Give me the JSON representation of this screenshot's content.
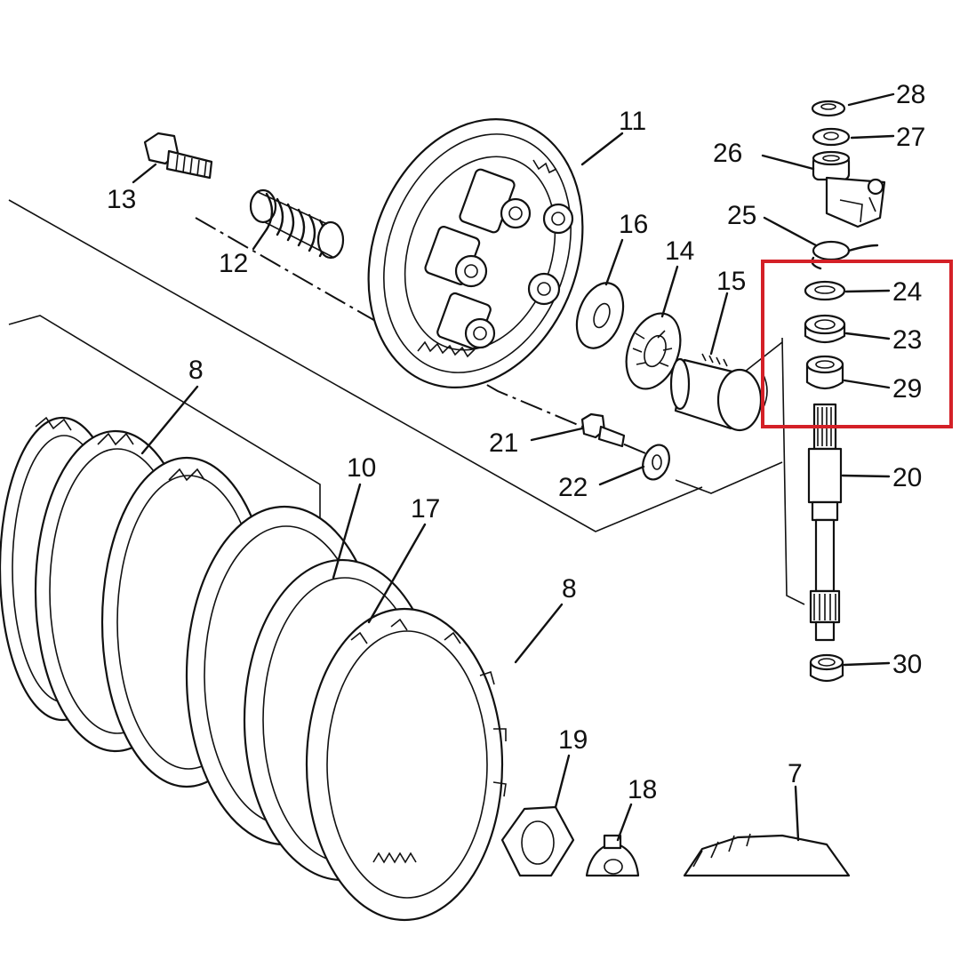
{
  "diagram": {
    "highlight_color": "#d42027",
    "highlighted_parts": [
      "24",
      "23",
      "29"
    ],
    "callouts": [
      {
        "id": "c28",
        "label": "28"
      },
      {
        "id": "c27",
        "label": "27"
      },
      {
        "id": "c26",
        "label": "26"
      },
      {
        "id": "c25",
        "label": "25"
      },
      {
        "id": "c24",
        "label": "24"
      },
      {
        "id": "c23",
        "label": "23"
      },
      {
        "id": "c29",
        "label": "29"
      },
      {
        "id": "c20",
        "label": "20"
      },
      {
        "id": "c30",
        "label": "30"
      },
      {
        "id": "c11",
        "label": "11"
      },
      {
        "id": "c13",
        "label": "13"
      },
      {
        "id": "c12",
        "label": "12"
      },
      {
        "id": "c16",
        "label": "16"
      },
      {
        "id": "c14",
        "label": "14"
      },
      {
        "id": "c15",
        "label": "15"
      },
      {
        "id": "c21",
        "label": "21"
      },
      {
        "id": "c22",
        "label": "22"
      },
      {
        "id": "c8a",
        "label": "8"
      },
      {
        "id": "c10",
        "label": "10"
      },
      {
        "id": "c17",
        "label": "17"
      },
      {
        "id": "c8b",
        "label": "8"
      },
      {
        "id": "c19",
        "label": "19"
      },
      {
        "id": "c18",
        "label": "18"
      },
      {
        "id": "c7",
        "label": "7"
      }
    ]
  }
}
